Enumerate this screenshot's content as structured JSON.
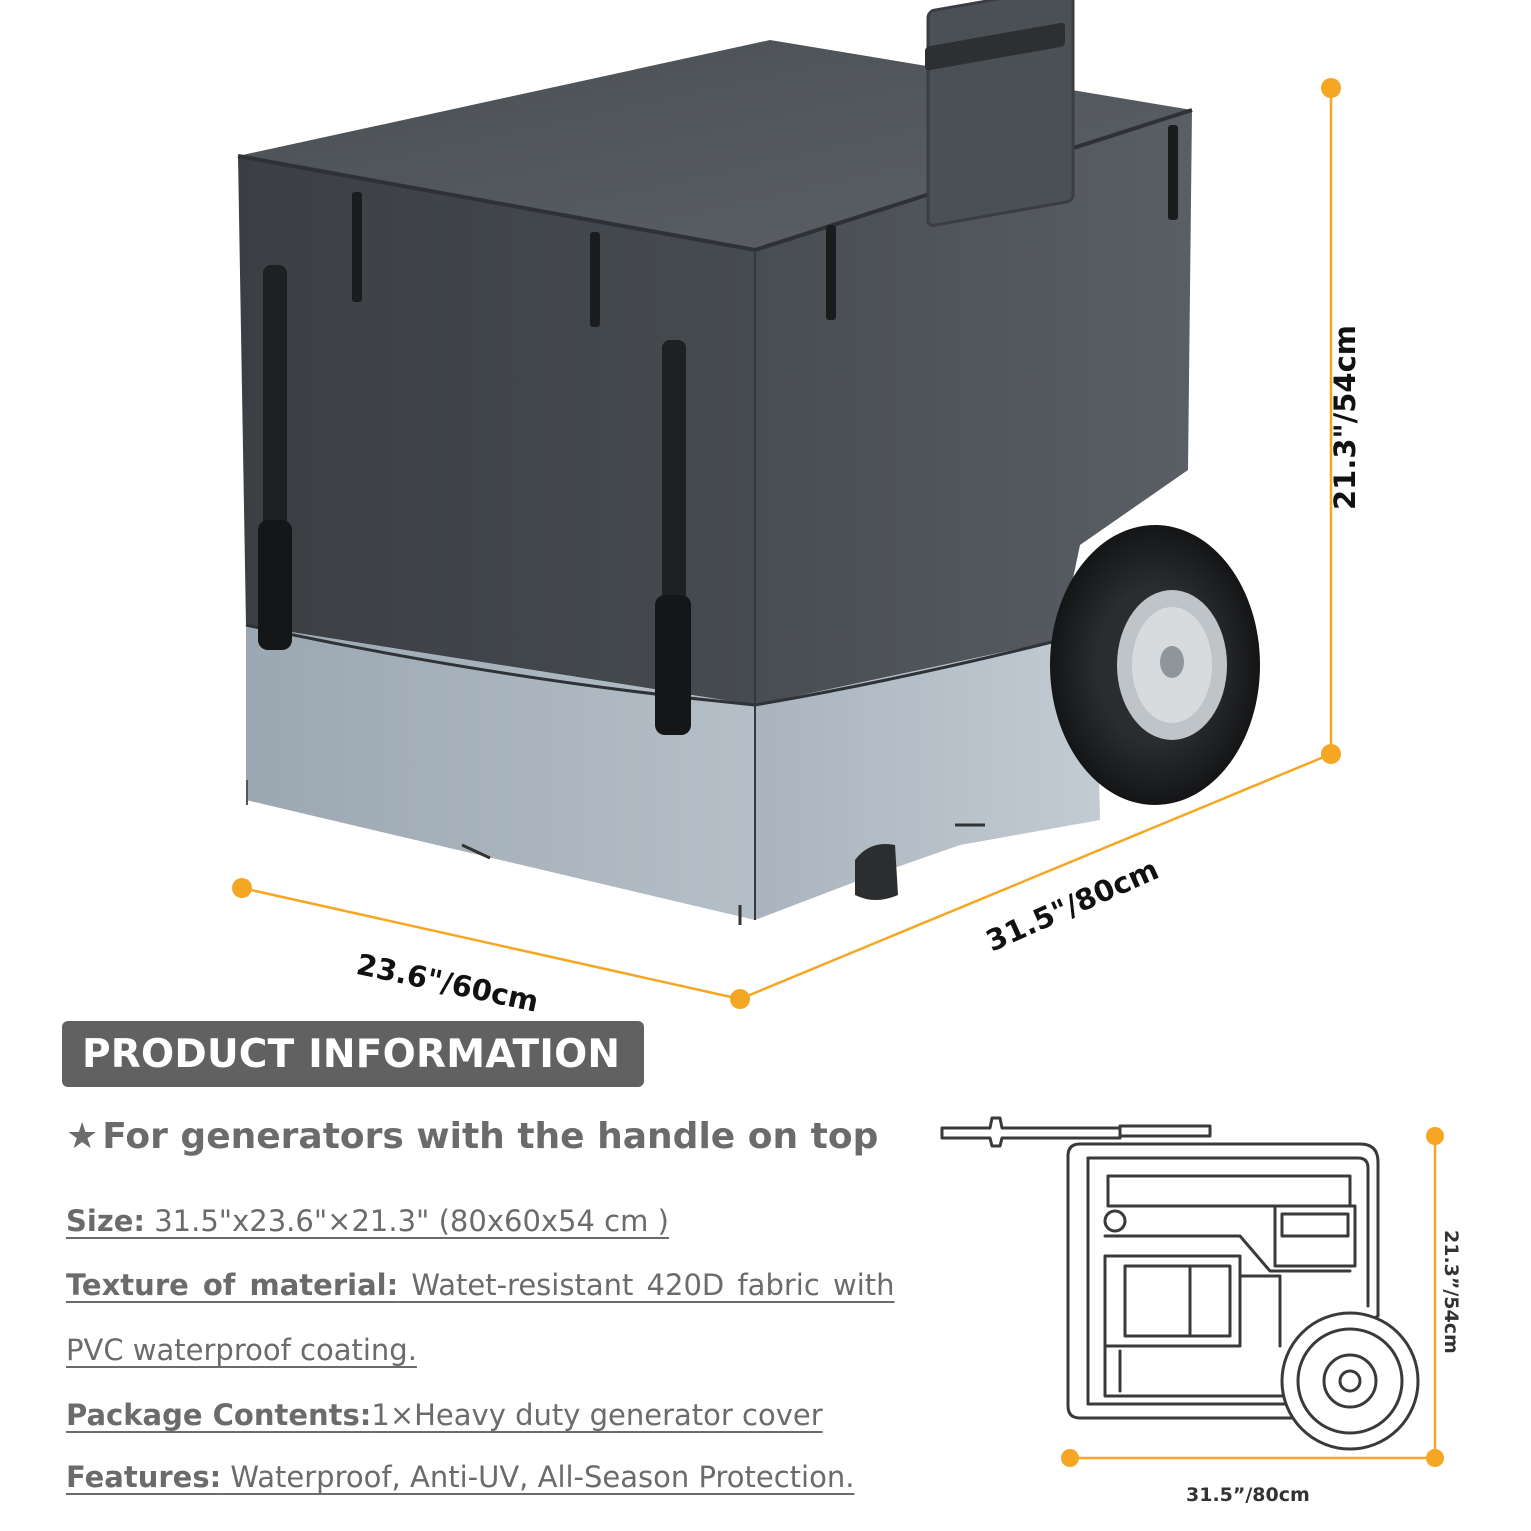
{
  "colors": {
    "accent": "#F5A623",
    "badge_bg": "#616161",
    "text_gray": "#6B6B6B",
    "cover_dark": "#3E4246",
    "cover_light": "#A9B4BE",
    "drawing_stroke": "#3A3A3A"
  },
  "dimensions": {
    "width": "23.6\"/60cm",
    "depth": "31.5\"/80cm",
    "height": "21.3\"/54cm"
  },
  "info": {
    "badge": "PRODUCT INFORMATION",
    "headline_star": "★",
    "headline": "For generators with the handle on top",
    "size_label": "Size:",
    "size_value": " 31.5\"x23.6\"×21.3\" (80x60x54 cm )",
    "texture_label": "Texture of material:",
    "texture_value": " Watet-resistant 420D fabric with",
    "texture_value_cont": "PVC waterproof coating.",
    "package_label": "Package Contents:",
    "package_value": "1×Heavy duty generator cover",
    "features_label": "Features:",
    "features_value": " Waterproof, Anti-UV, All-Season Protection."
  },
  "drawing": {
    "width_label": "31.5”/80cm",
    "height_label": "21.3”/54cm"
  },
  "icons": {
    "star": "star-icon",
    "dimension_dot": "dimension-dot-icon"
  }
}
